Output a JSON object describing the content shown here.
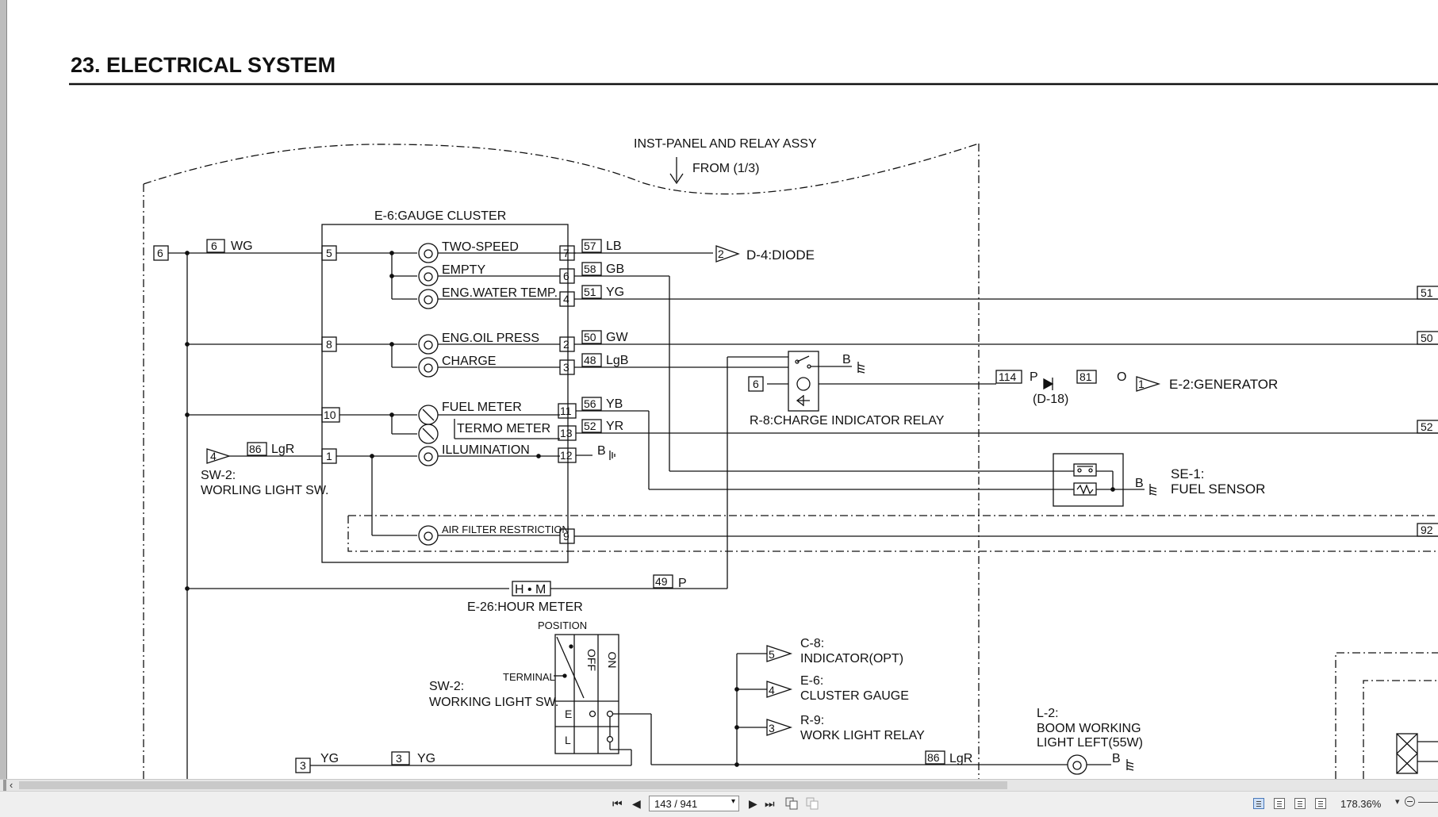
{
  "document": {
    "title": "23.  ELECTRICAL SYSTEM",
    "wavy_header": {
      "line1": "INST-PANEL AND RELAY ASSY",
      "line2": "FROM  (1/3)"
    },
    "gauge_cluster": {
      "label": "E-6:GAUGE CLUSTER",
      "items": [
        "TWO-SPEED",
        "EMPTY",
        "ENG.WATER TEMP.",
        "ENG.OIL PRESS",
        "CHARGE",
        "FUEL METER",
        "TERMO METER",
        "ILLUMINATION",
        "AIR FILTER RESTRICTION"
      ],
      "left_pins": [
        "5",
        "8",
        "10",
        "1"
      ],
      "right_pins": [
        "7",
        "6",
        "4",
        "2",
        "3",
        "11",
        "13",
        "12",
        "9"
      ]
    },
    "wires": {
      "left_in": {
        "box": "6",
        "wire_num": "6",
        "wire_color": "WG"
      },
      "sw2_top": {
        "wire_num": "86",
        "wire_color": "LgR",
        "pin": "4"
      },
      "right_out": [
        {
          "num": "57",
          "color": "LB"
        },
        {
          "num": "58",
          "color": "GB"
        },
        {
          "num": "51",
          "color": "YG"
        },
        {
          "num": "50",
          "color": "GW"
        },
        {
          "num": "48",
          "color": "LgB"
        },
        {
          "num": "56",
          "color": "YB"
        },
        {
          "num": "52",
          "color": "YR"
        }
      ],
      "ground_b": "B",
      "hm_wire": {
        "num": "49",
        "color": "P"
      },
      "bottom_left": {
        "box": "3",
        "num": "3",
        "color": "YG",
        "label": "YG"
      },
      "bottom_right": {
        "num": "86",
        "color": "LgR"
      },
      "gen_wire": {
        "num1": "114",
        "color1": "P",
        "num2": "81",
        "color2": "O",
        "diode": "(D-18)"
      },
      "edge_labels": [
        "51",
        "50",
        "52",
        "92"
      ]
    },
    "components": {
      "diode": {
        "pin": "2",
        "label": "D-4:DIODE"
      },
      "relay": {
        "label": "R-8:CHARGE INDICATOR RELAY",
        "pin_box": "6",
        "ground": "B"
      },
      "generator": {
        "pin": "1",
        "label": "E-2:GENERATOR"
      },
      "fuel_sensor": {
        "line1": "SE-1:",
        "line2": "FUEL SENSOR",
        "ground": "B"
      },
      "sw2_upper": {
        "line1": "SW-2:",
        "line2": "WORLING LIGHT SW."
      },
      "hour_meter": {
        "symbol": "H • M",
        "label": "E-26:HOUR METER"
      },
      "sw2_lower": {
        "line1": "SW-2:",
        "line2": "WORKING LIGHT SW.",
        "position": "POSITION",
        "terminal": "TERMINAL",
        "col_off": "OFF",
        "col_on": "ON",
        "row_e": "E",
        "row_l": "L"
      },
      "outputs": [
        {
          "pin": "5",
          "line1": "C-8:",
          "line2": "INDICATOR(OPT)"
        },
        {
          "pin": "4",
          "line1": "E-6:",
          "line2": "CLUSTER GAUGE"
        },
        {
          "pin": "3",
          "line1": "R-9:",
          "line2": "WORK LIGHT RELAY"
        }
      ],
      "boom_light": {
        "line1": "L-2:",
        "line2": "BOOM WORKING",
        "line3": "LIGHT LEFT(55W)",
        "ground": "B"
      }
    }
  },
  "statusbar": {
    "page_value": "143 / 941",
    "zoom": "178.36%"
  }
}
